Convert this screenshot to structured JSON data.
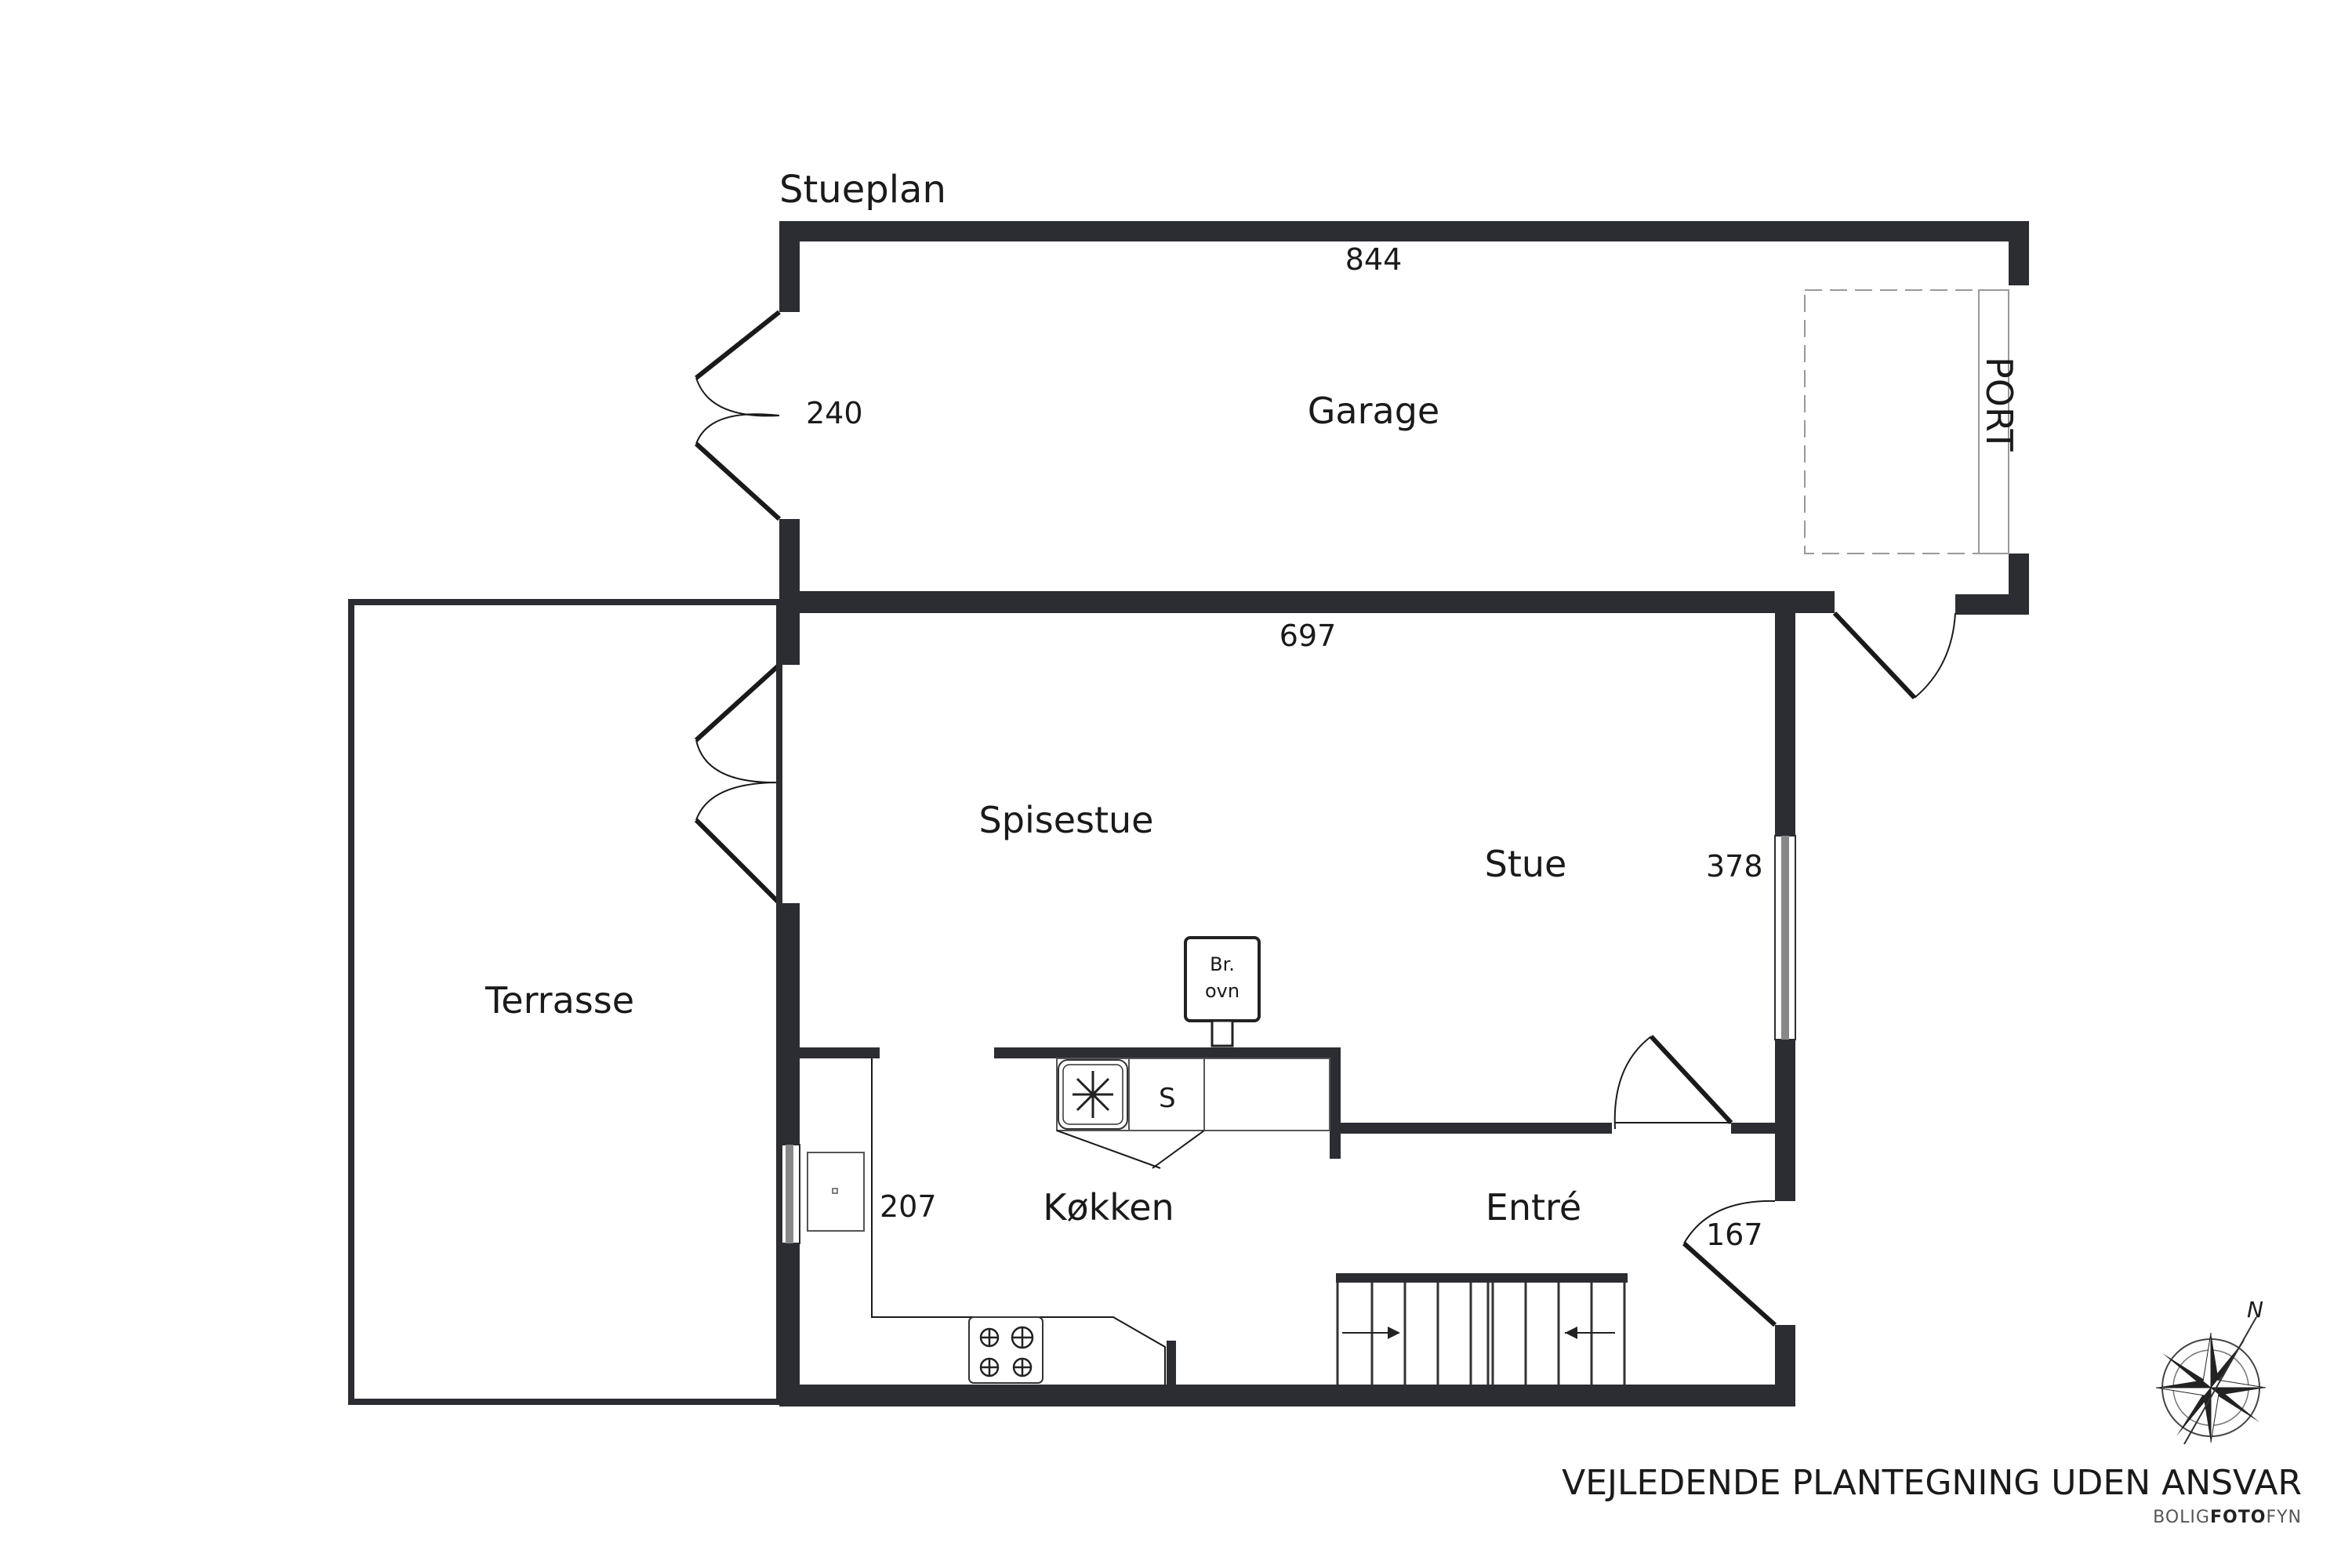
{
  "plan": {
    "title": "Stueplan",
    "rooms": {
      "garage": "Garage",
      "spisestue": "Spisestue",
      "stue": "Stue",
      "terrasse": "Terrasse",
      "koekken": "Køkken",
      "entre": "Entré"
    },
    "dimensions": {
      "garage_width": "844",
      "garage_door": "240",
      "stue_width": "697",
      "stue_window": "378",
      "koekken_window": "207",
      "entre_door": "167"
    },
    "labels": {
      "port": "PORT",
      "stove_line1": "Br.",
      "stove_line2": "ovn",
      "sink": "S"
    },
    "compass": {
      "letter": "N"
    }
  },
  "footer": {
    "disclaimer": "VEJLEDENDE PLANTEGNING UDEN ANSVAR",
    "brand_a": "BOLIG",
    "brand_b": "FOTO",
    "brand_c": "FYN"
  },
  "colors": {
    "wall": "#2b2d33",
    "text": "#1a1a1a"
  }
}
